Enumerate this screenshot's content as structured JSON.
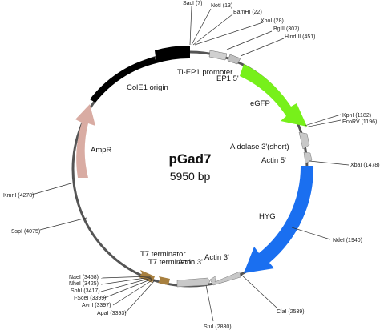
{
  "plasmid": {
    "name": "pGad7",
    "size_label": "5950 bp"
  },
  "features": {
    "colE1": "ColE1 origin",
    "promoter": "Ti-EP1 promoter",
    "ep1_5": "EP1 5'",
    "egfp": "eGFP",
    "aldolase": "Aldolase 3'(short)",
    "actin5": "Actin 5'",
    "hyg": "HYG",
    "actin3": "Actin 3'",
    "t7_term": "T7 terminator",
    "ampr": "AmpR"
  },
  "sites": {
    "saci": "SacI (7)",
    "noti": "NotI (13)",
    "bamhi": "BamHI (22)",
    "xhoi": "XhoI (28)",
    "bglii": "BglII (307)",
    "hindiii": "HindIII (451)",
    "kpni": "KpnI (1182)",
    "ecorv": "EcoRV (1196)",
    "xbai": "XbaI (1478)",
    "ndei": "NdeI (1940)",
    "clai": "ClaI (2539)",
    "stui": "StuI (2830)",
    "apai": "ApaI (3393)",
    "avrii": "AvrII (3397)",
    "iscei": "I-SceI (3399)",
    "sphi": "SphI (3417)",
    "nhei": "NheI (3425)",
    "naei": "NaeI (3458)",
    "sspi": "SspI (4075)",
    "kmni": "KmnI (4278)"
  },
  "colors": {
    "backbone": "#555555",
    "colE1": "#000000",
    "egfp": "#77f01a",
    "hyg": "#1a6ff0",
    "ampr": "#d9aca3",
    "gray_feature": "#c8c8c8",
    "terminator": "#a8803f"
  }
}
